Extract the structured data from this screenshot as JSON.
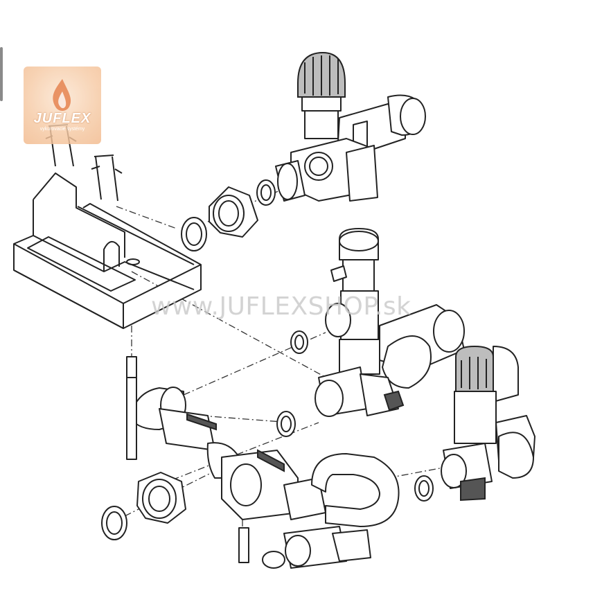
{
  "logo": {
    "brand": "JUFLEX",
    "tagline": "vykurovacie systémy"
  },
  "watermark": {
    "text": "www.JUFLEXSHOP.sk"
  },
  "colors": {
    "logo_bg": "#f6c9a3",
    "flame": "#e06a2c",
    "line": "#222222",
    "watermark": "#c9c9c9"
  }
}
